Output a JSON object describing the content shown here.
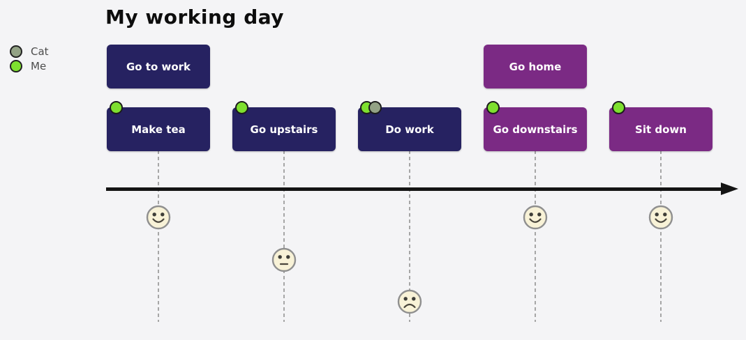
{
  "title": "My working day",
  "legend": {
    "items": [
      {
        "label": "Cat",
        "color": "#93a285"
      },
      {
        "label": "Me",
        "color": "#7ee02f"
      }
    ]
  },
  "colors": {
    "navy": "#262261",
    "purple": "#7b2a84",
    "dot_me": "#7ee02f",
    "dot_cat": "#93a285",
    "axis": "#141414",
    "background": "#f4f4f6",
    "face_fill": "#f8f2d7",
    "face_border": "#8f8f8f"
  },
  "columns": [
    {
      "top_activity": {
        "label": "Go to work",
        "color_key": "navy"
      },
      "activity": {
        "label": "Make tea",
        "color_key": "navy"
      },
      "markers": [
        "Me"
      ],
      "mood": "happy"
    },
    {
      "activity": {
        "label": "Go upstairs",
        "color_key": "navy"
      },
      "markers": [
        "Me"
      ],
      "mood": "neutral"
    },
    {
      "activity": {
        "label": "Do work",
        "color_key": "navy"
      },
      "markers": [
        "Me",
        "Cat"
      ],
      "mood": "sad"
    },
    {
      "top_activity": {
        "label": "Go home",
        "color_key": "purple"
      },
      "activity": {
        "label": "Go downstairs",
        "color_key": "purple"
      },
      "markers": [
        "Me"
      ],
      "mood": "happy"
    },
    {
      "activity": {
        "label": "Sit down",
        "color_key": "purple"
      },
      "markers": [
        "Me"
      ],
      "mood": "happy"
    }
  ]
}
